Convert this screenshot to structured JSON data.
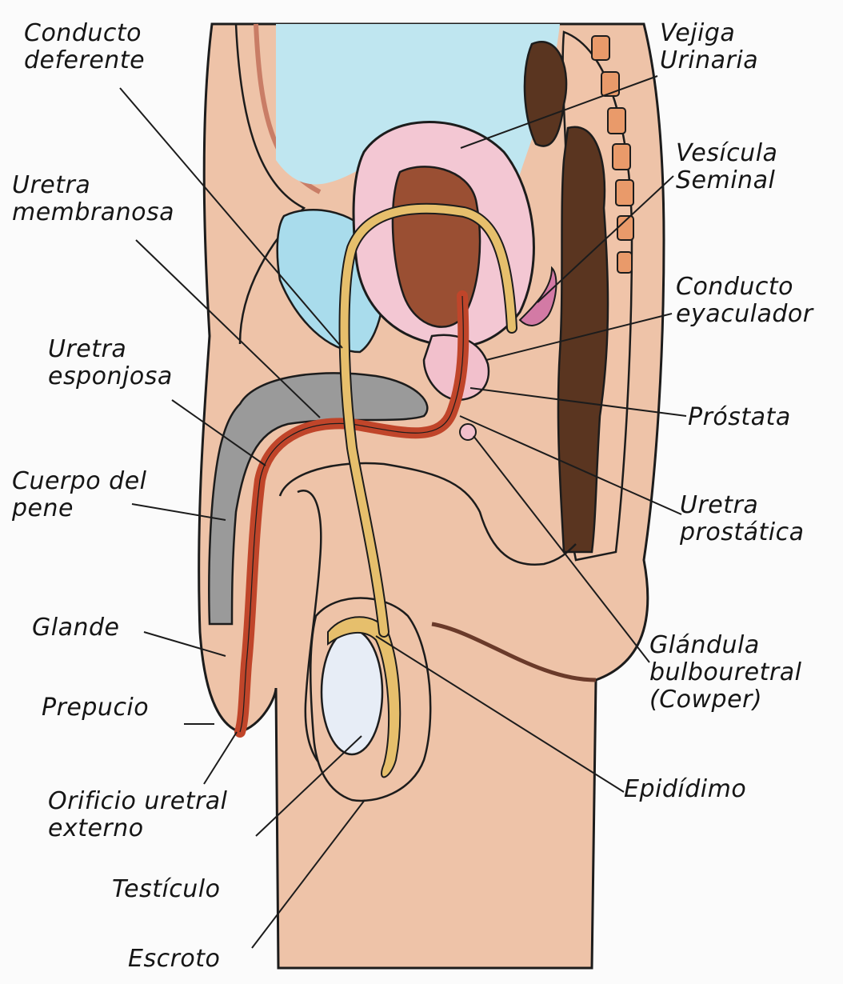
{
  "labels": {
    "conducto_deferente": [
      "Conducto",
      "deferente"
    ],
    "uretra_membranosa": [
      "Uretra",
      "membranosa"
    ],
    "uretra_esponjosa": [
      "Uretra",
      "esponjosa"
    ],
    "cuerpo_del_pene": [
      "Cuerpo del",
      "pene"
    ],
    "glande": "Glande",
    "prepucio": "Prepucio",
    "orificio_uretral": [
      "Orificio uretral",
      "externo"
    ],
    "testiculo": "Testículo",
    "escroto": "Escroto",
    "vejiga_urinaria": [
      "Vejiga",
      "Urinaria"
    ],
    "vesicula_seminal": [
      "Vesícula",
      "Seminal"
    ],
    "conducto_eyaculador": [
      "Conducto",
      "eyaculador"
    ],
    "prostata": "Próstata",
    "uretra_prostatica": [
      "Uretra",
      "prostática"
    ],
    "glandula_bulbouretral": [
      "Glándula",
      "bulbouretral",
      "(Cowper)"
    ],
    "epididimo": "Epidídimo"
  },
  "colors": {
    "skin": "#eec3a8",
    "skin_dark": "#dba083",
    "bladder": "#f3c7d3",
    "bladder_inner": "#9a4f33",
    "background_blue": "#bfe6f0",
    "vertebra": "#5a3520",
    "corpus": "#9a9a9a",
    "urethra": "#c0452a",
    "vas_deferens": "#e6bf6c",
    "testis": "#e7edf6",
    "outline": "#1c1c1c"
  }
}
